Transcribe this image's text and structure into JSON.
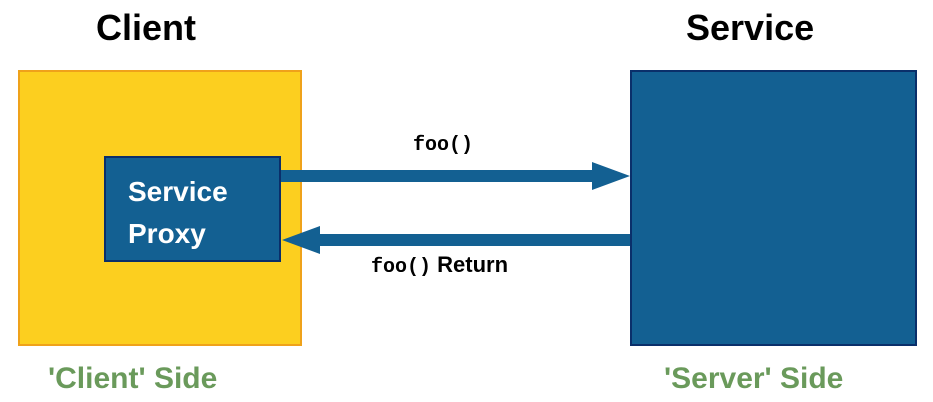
{
  "titles": {
    "client": "Client",
    "service": "Service"
  },
  "proxy": {
    "line1": "Service",
    "line2": "Proxy"
  },
  "arrows": {
    "call_method": "foo()",
    "return_method": "foo()",
    "return_word": "Return"
  },
  "sides": {
    "client": "'Client' Side",
    "server": "'Server' Side"
  },
  "colors": {
    "client_fill": "#FCCF1F",
    "client_border": "#EFA21A",
    "service_fill": "#136092",
    "service_border": "#0A2F6A",
    "side_label": "#6A9A5B"
  }
}
